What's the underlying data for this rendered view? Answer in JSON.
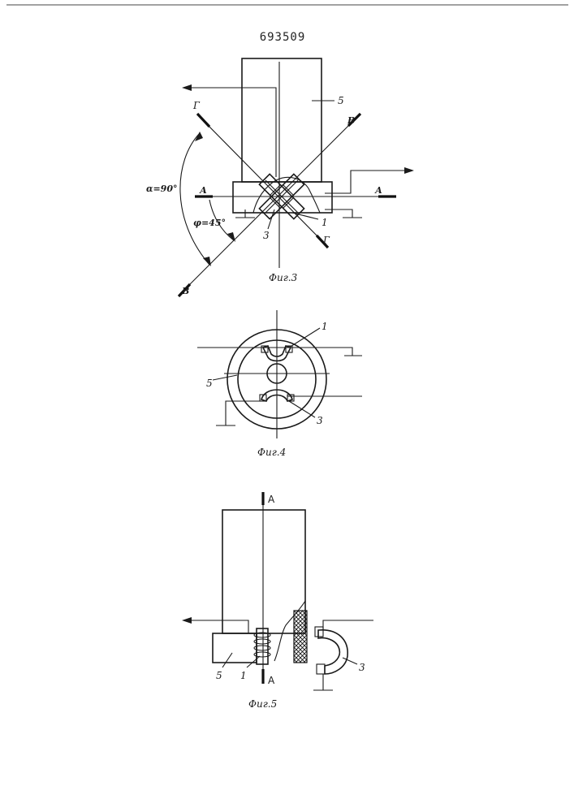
{
  "patent_number": "693509",
  "figures": [
    {
      "caption": "Фиг.3",
      "labels": {
        "part_5": "5",
        "part_1": "1",
        "part_3": "3",
        "section_g_top": "Г",
        "section_g_bottom": "Г",
        "section_v_top": "В",
        "section_v_bottom": "В",
        "section_a_left": "А",
        "section_a_right": "А",
        "angle_alpha": "α=90°",
        "angle_phi": "φ=45°"
      }
    },
    {
      "caption": "Фиг.4",
      "labels": {
        "part_1": "1",
        "part_5": "5",
        "part_3": "3"
      }
    },
    {
      "caption": "Фиг.5",
      "labels": {
        "section_a_top": "А",
        "section_a_bottom": "А",
        "part_5": "5",
        "part_1": "1",
        "part_3": "3"
      }
    }
  ]
}
